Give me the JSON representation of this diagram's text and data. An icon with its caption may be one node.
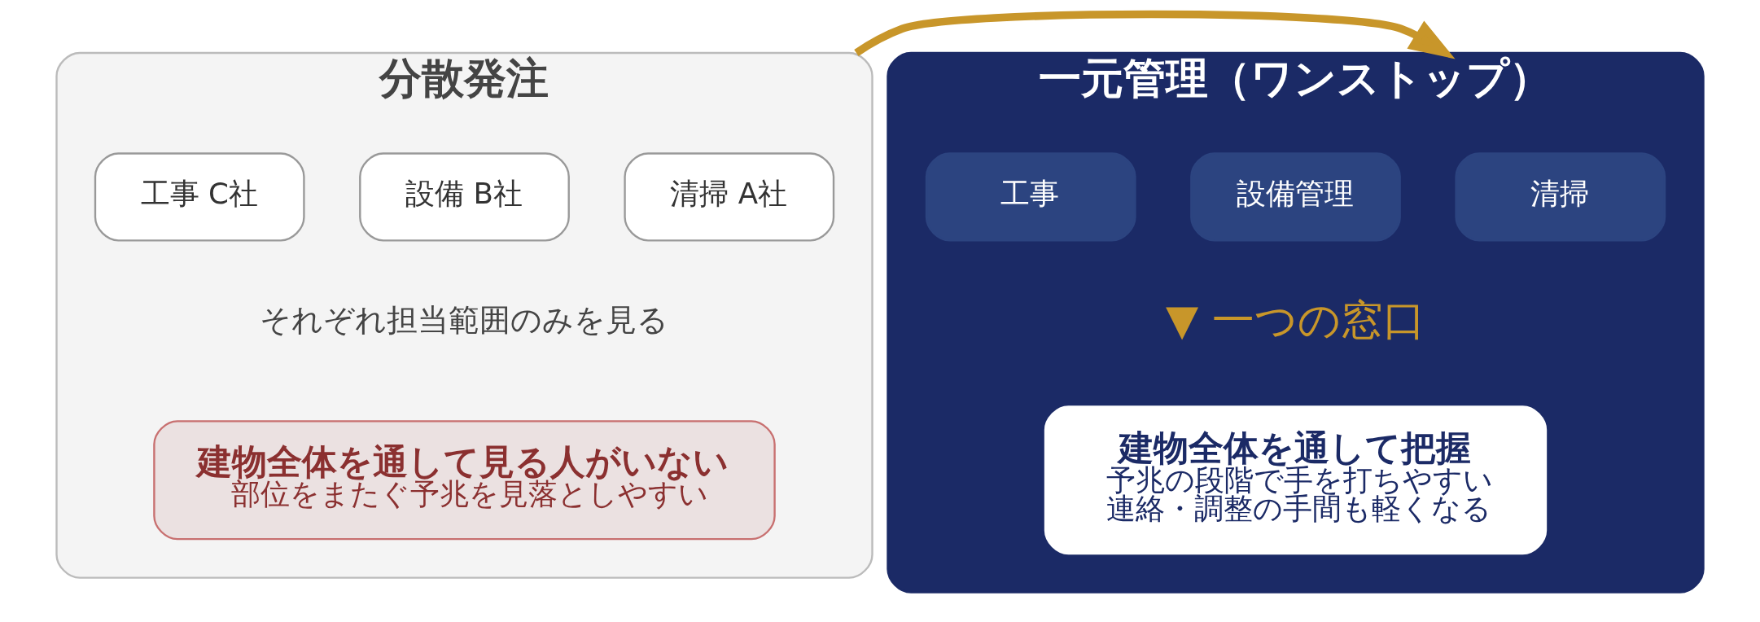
{
  "diagram": {
    "nodes": [
      {
        "text": [
          "分散発注"
        ]
      },
      {
        "text": [
          "清掃 A社"
        ],
        "in": 0
      },
      {
        "text": [
          "設備 B社"
        ],
        "in": 0
      },
      {
        "text": [
          "工事 C社"
        ],
        "in": 0
      },
      {
        "text": [
          "建物全体を通して見る人がいない",
          "部位をまたぐ予兆を見落としやすい"
        ],
        "in": 0
      },
      {
        "text": [
          "一元管理（ワンストップ）"
        ]
      },
      {
        "text": [
          "清掃"
        ],
        "in": 5
      },
      {
        "text": [
          "設備管理"
        ],
        "in": 5
      },
      {
        "text": [
          "工事"
        ],
        "in": 5
      },
      {
        "text": [
          "建物全体を通して把握",
          "予兆の段階で手を打ちやすい",
          "連絡・調整の手間も軽くなる"
        ],
        "in": 5
      }
    ],
    "edges": [
      {
        "from": 0,
        "to": 5,
        "arrow": "to"
      }
    ],
    "labels": [
      "それぞれ担当範囲のみを見る",
      "▼ 一つの窓口"
    ]
  }
}
